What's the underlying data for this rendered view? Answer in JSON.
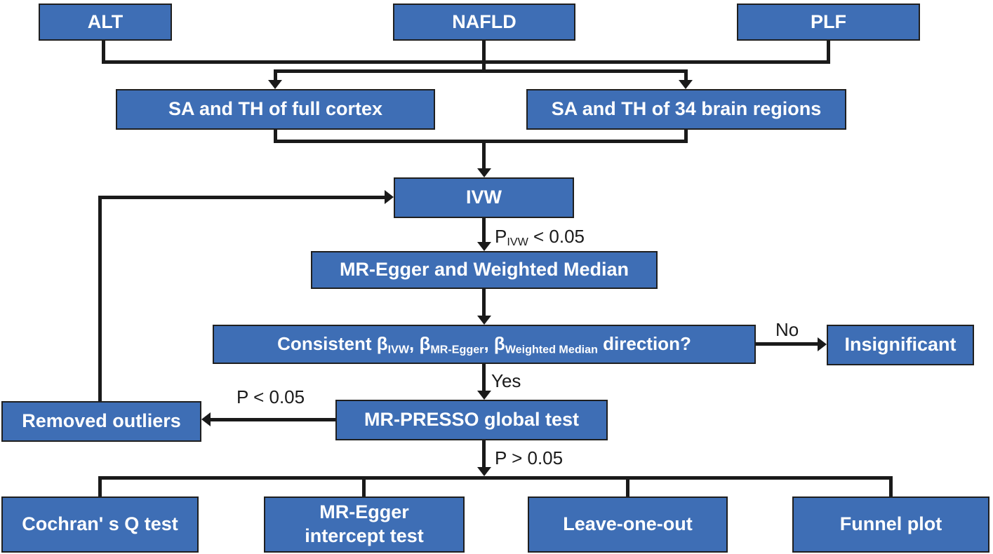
{
  "figure": {
    "type": "flowchart",
    "description": "Mendelian randomization analysis workflow flowchart"
  },
  "colors": {
    "box_fill": "#3E6EB5",
    "box_border": "#1F1F1F",
    "box_text": "#FFFFFF",
    "line": "#1A1A1A",
    "label_text": "#1A1A1A",
    "background": "#FFFFFF"
  },
  "boxes": {
    "alt": "ALT",
    "nafld": "NAFLD",
    "plf": "PLF",
    "full_cortex": "SA and TH of full cortex",
    "brain_regions": "SA and TH of 34 brain regions",
    "ivw": "IVW",
    "egger_weighted_median": "MR-Egger and Weighted Median",
    "insignificant": "Insignificant",
    "removed_outliers": "Removed outliers",
    "mr_presso": "MR-PRESSO global test",
    "cochran": "Cochran' s Q test",
    "egger_intercept_line1": "MR-Egger",
    "egger_intercept_line2": "intercept test",
    "leave_one_out": "Leave-one-out",
    "funnel_plot": "Funnel plot"
  },
  "consistency": {
    "pre": "Consistent β",
    "sub1": "IVW",
    "sep1": ", β",
    "sub2": "MR-Egger",
    "sep2": ", β",
    "sub3": "Weighted Median",
    "post": " direction?"
  },
  "edge_labels": {
    "p_ivw_prefix": "P",
    "p_ivw_sub": "IVW",
    "p_ivw_rest": " < 0.05",
    "no": "No",
    "yes": "Yes",
    "p_less": "P < 0.05",
    "p_greater": "P > 0.05"
  }
}
